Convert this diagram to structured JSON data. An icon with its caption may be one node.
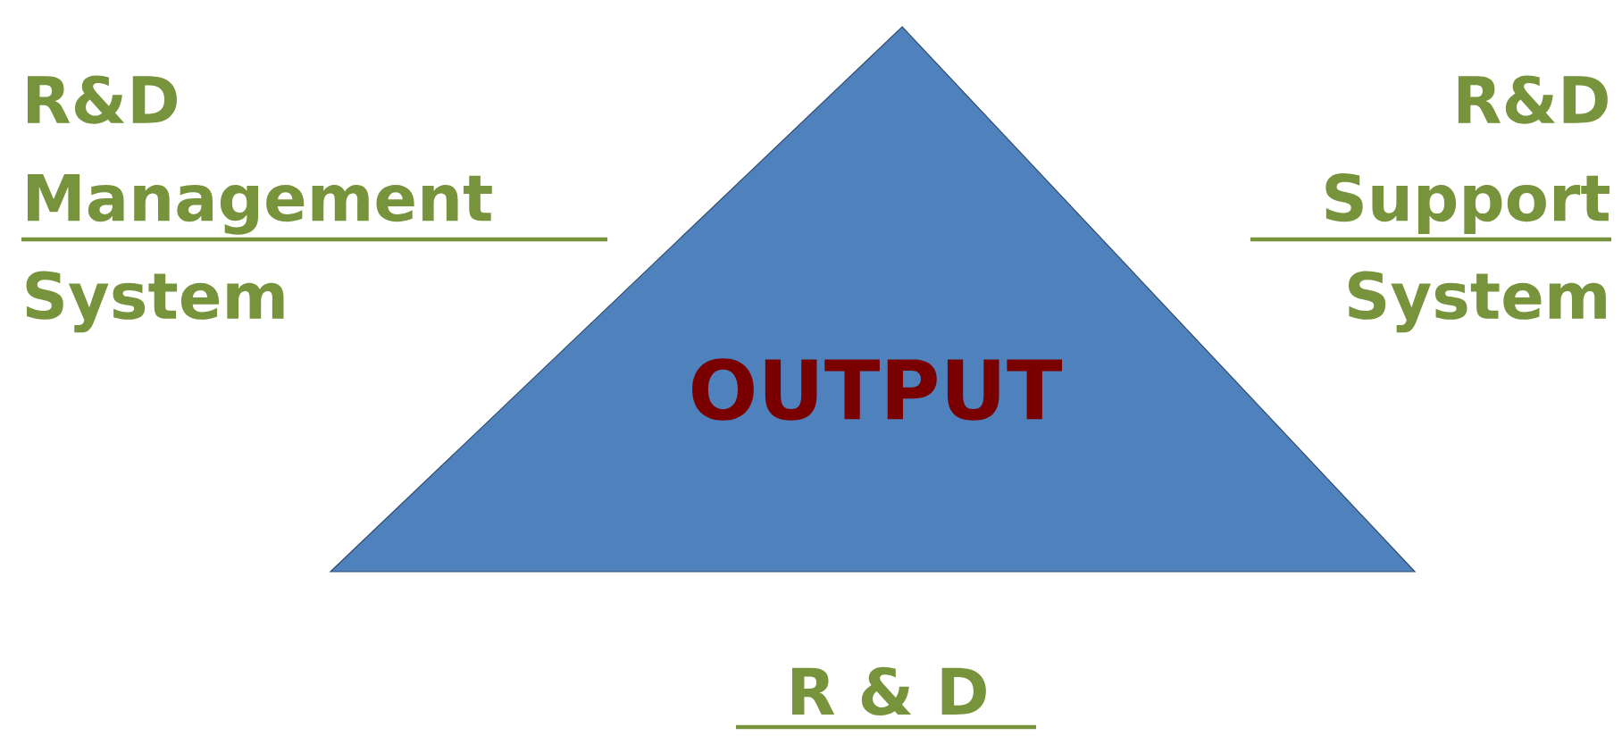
{
  "diagram": {
    "nodes": [
      {
        "text": [
          "OUTPUT"
        ]
      }
    ],
    "labels": [
      "R&D Management System",
      "R&D Support System",
      "R & D"
    ]
  }
}
